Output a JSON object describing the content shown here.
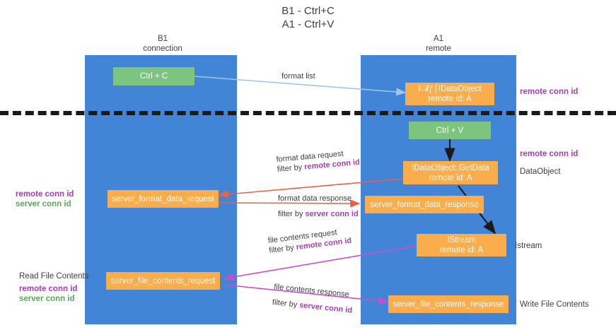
{
  "title": {
    "line1": "B1 - Ctrl+C",
    "line2": "A1 - Ctrl+V"
  },
  "columns": [
    {
      "name": "B1",
      "role": "connection"
    },
    {
      "name": "A1",
      "role": "remote"
    }
  ],
  "nodes": {
    "ctrl_c": {
      "label": "Ctrl + C"
    },
    "idataobject_top": {
      "line1": "I⃠̵̸/ƒ⌠IDataObject",
      "line2": "remote id: A"
    },
    "ctrl_v": {
      "label": "Ctrl + V"
    },
    "getdata": {
      "line1": "IDataObject::GetData",
      "line2": "remote id: A"
    },
    "server_format_data_request": {
      "label": "server_format_data_request"
    },
    "server_format_data_response": {
      "label": "server_format_data_response"
    },
    "istream": {
      "line1": "IStream",
      "line2": "remote id: A"
    },
    "server_file_contents_request": {
      "label": "server_file_contents_request"
    },
    "server_file_contents_response": {
      "label": "server_file_contents_response"
    }
  },
  "edge_labels": {
    "format_list": "format list",
    "format_data_request": "format data request",
    "format_data_request_filter_prefix": "filter by ",
    "format_data_request_filter_key": "remote conn id",
    "format_data_response": "format data response",
    "format_data_response_filter_prefix": "filter by ",
    "format_data_response_filter_key": "server conn id",
    "file_contents_request": "file contents request",
    "file_contents_request_filter_prefix": "filter by ",
    "file_contents_request_filter_key": "remote conn id",
    "file_contents_response": "file contents response",
    "file_contents_response_filter_prefix": "filter by ",
    "file_contents_response_filter_key": "server conn id"
  },
  "annotations": {
    "right_remote_conn_id_top": "remote conn id",
    "right_remote_conn_id_mid": "remote conn id",
    "right_dataobject": "DataObject",
    "right_istream": "Istream",
    "right_write_file_contents": "Write File Contents",
    "left_remote_conn_id_mid": "remote conn id",
    "left_server_conn_id_mid": "server conn id",
    "left_read_file_contents": "Read File Contents",
    "left_remote_conn_id_bottom": "remote conn id",
    "left_server_conn_id_bottom": "server conn id"
  },
  "colors": {
    "lane_blue": "#4285d6",
    "node_green": "#7cc47f",
    "node_orange": "#fbad4b",
    "accent_purple": "#a23fb0",
    "accent_green": "#5aa75e",
    "arrow_light_blue": "#9fc6ea",
    "arrow_red": "#e8624a",
    "arrow_magenta": "#c94fc9",
    "arrow_black": "#1a1a1a",
    "divider_black": "#1a1a1a"
  }
}
